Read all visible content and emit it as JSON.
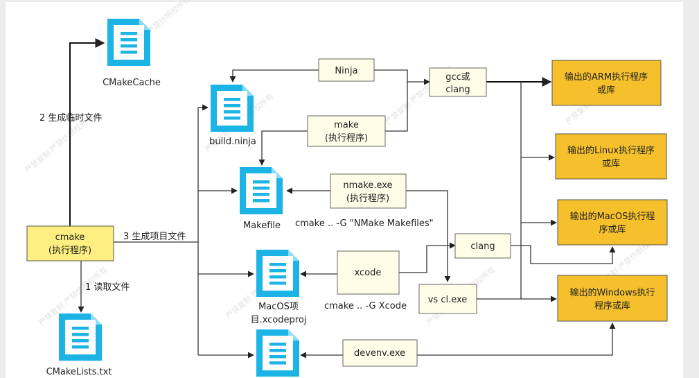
{
  "nodes": {
    "cmake": [
      "cmake",
      "(执行程序)"
    ],
    "ninja": [
      "Ninja"
    ],
    "make": [
      "make",
      "(执行程序)"
    ],
    "nmake": [
      "nmake.exe",
      "(执行程序)"
    ],
    "xcode": [
      "xcode"
    ],
    "gcc": [
      "gcc或",
      "clang"
    ],
    "clang": [
      "clang"
    ],
    "vscl": [
      "vs cl.exe"
    ],
    "devenv": [
      "devenv.exe"
    ],
    "out_arm": [
      "输出的ARM执行程序",
      "或库"
    ],
    "out_linux": [
      "输出的Linux执行程序",
      "或库"
    ],
    "out_macos": [
      "输出的MacOS执行程",
      "序或库"
    ],
    "out_windows": [
      "输出的Windows执行",
      "程序或库"
    ]
  },
  "files": {
    "cmakecache": [
      "CMakeCache"
    ],
    "buildninja": [
      "build.ninja"
    ],
    "makefile": [
      "Makefile"
    ],
    "macos_proj": [
      "MacOS项",
      "目.xcodeproj"
    ],
    "cmakelists": [
      "CMakeLists.txt"
    ]
  },
  "edge_labels": {
    "step1": "1 读取文件",
    "step2": "2 生成临时文件",
    "step3": "3 生成项目文件",
    "nmake_cmd": "cmake .. -G \"NMake Makefiles\"",
    "xcode_cmd": "cmake .. -G Xcode"
  },
  "watermark": "严禁复制 严禁仿照权所有",
  "colors": {
    "cmake_fill": "#ffef80",
    "output_fill": "#f5c02c",
    "tool_fill": "#fdfde8",
    "file_icon": "#1cb4e4"
  }
}
